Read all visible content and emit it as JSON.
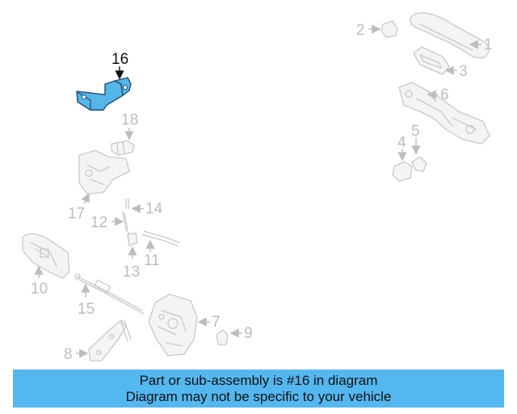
{
  "diagram": {
    "highlight_part": "16",
    "highlight_color": "#55b6e8",
    "callouts": [
      "1",
      "2",
      "3",
      "4",
      "5",
      "6",
      "7",
      "8",
      "9",
      "10",
      "11",
      "12",
      "13",
      "14",
      "15",
      "16",
      "17",
      "18"
    ]
  },
  "banner": {
    "line1": "Part or sub-assembly is #16 in diagram",
    "line2": "Diagram may not be specific to your vehicle",
    "background": "#54b7f0"
  }
}
